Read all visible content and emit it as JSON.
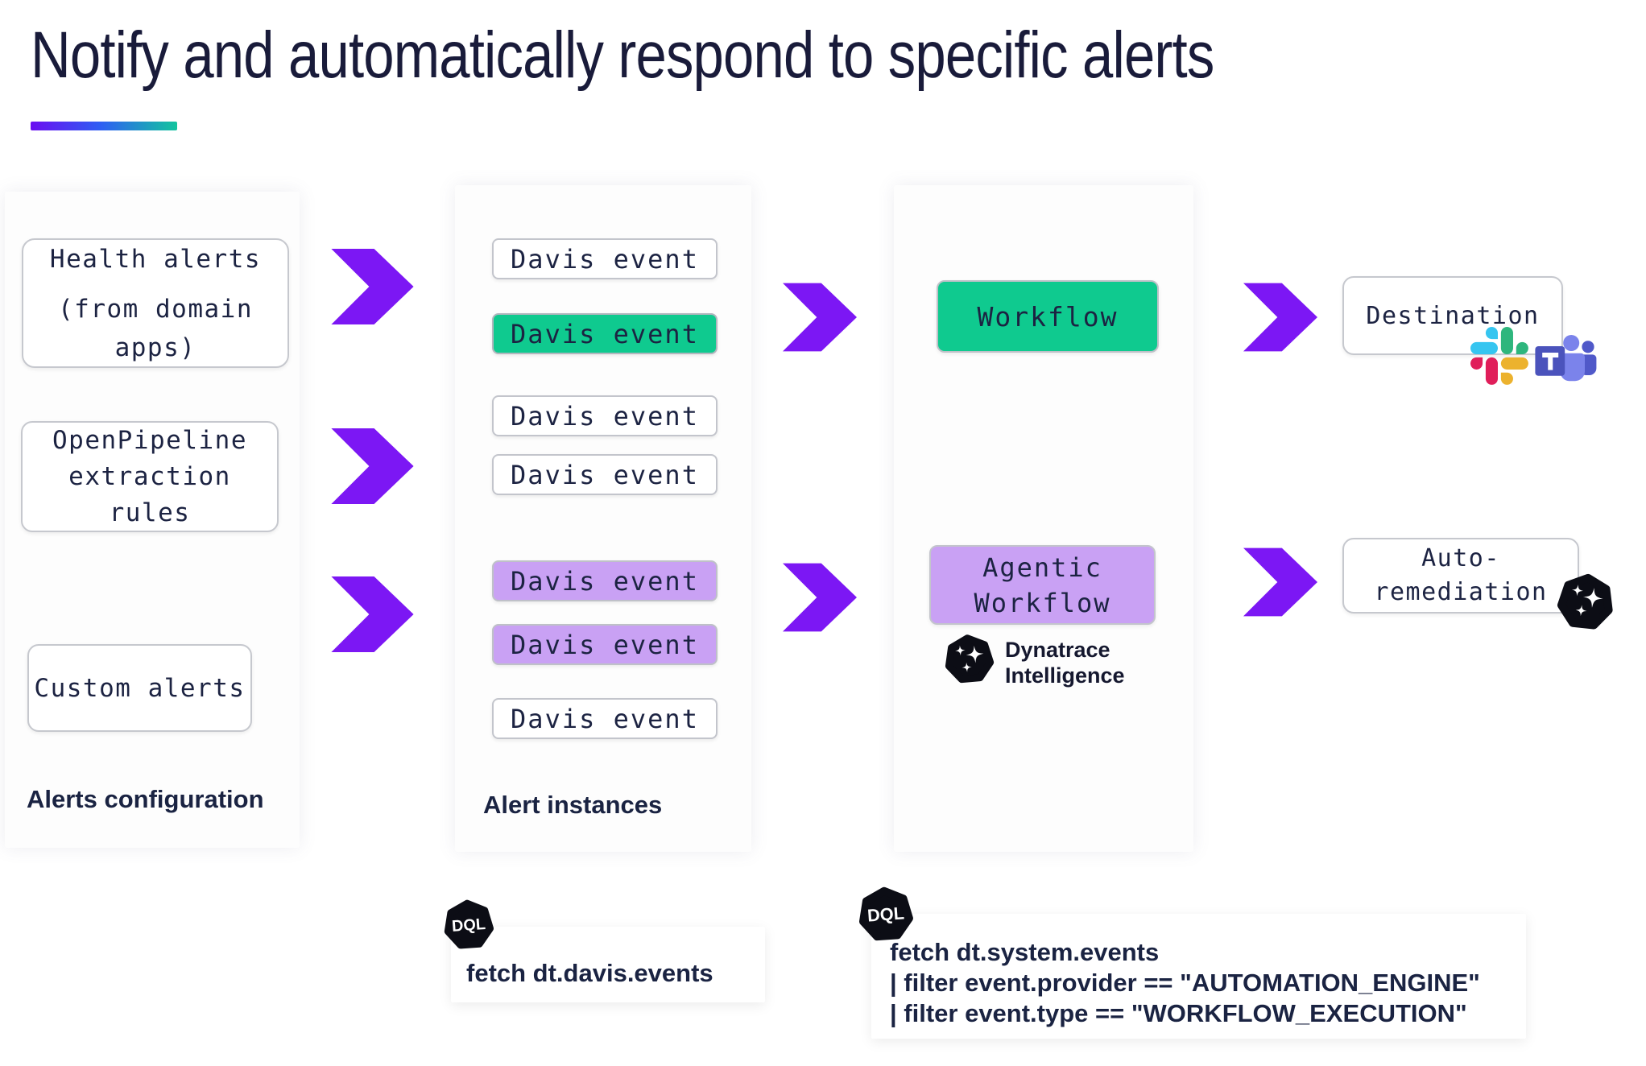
{
  "title": "Notify and automatically respond to specific alerts",
  "alerts_configuration": {
    "label": "Alerts configuration",
    "health_alerts_line1": "Health alerts",
    "health_alerts_line2": "(from domain apps)",
    "openpipeline": "OpenPipeline extraction rules",
    "custom": "Custom alerts"
  },
  "alert_instances": {
    "label": "Alert instances",
    "events": [
      {
        "label": "Davis event",
        "variant": "white"
      },
      {
        "label": "Davis event",
        "variant": "green"
      },
      {
        "label": "Davis event",
        "variant": "white"
      },
      {
        "label": "Davis event",
        "variant": "white"
      },
      {
        "label": "Davis event",
        "variant": "purple"
      },
      {
        "label": "Davis event",
        "variant": "purple"
      },
      {
        "label": "Davis event",
        "variant": "white"
      }
    ]
  },
  "workflows": {
    "workflow_label": "Workflow",
    "agentic_label": "Agentic Workflow",
    "intelligence_label": "Dynatrace Intelligence"
  },
  "destinations": {
    "destination_label": "Destination",
    "auto_remediation_label": "Auto-remediation"
  },
  "dql_davis": {
    "badge": "DQL",
    "code": "fetch dt.davis.events"
  },
  "dql_system": {
    "badge": "DQL",
    "code_lines": [
      "fetch dt.system.events",
      "| filter event.provider == \"AUTOMATION_ENGINE\"",
      "| filter event.type == \"WORKFLOW_EXECUTION\""
    ]
  },
  "icons": {
    "chevron_arrow": "right-chevron",
    "slack": "slack-logo",
    "teams": "microsoft-teams-logo",
    "intelligence": "dynatrace-intelligence-sparkle",
    "dql_badge": "dql-heptagon-badge"
  },
  "colors": {
    "title_navy": "#191b3a",
    "text_navy": "#1c2342",
    "chevron_purple": "#7c17f4",
    "green": "#0fca8f",
    "lavender": "#c9a1f4",
    "underline_gradient": [
      "#6b0df1",
      "#2e5ff3",
      "#13c59e"
    ],
    "blob_black": "#0c0d15",
    "slack": [
      "#36C5F0",
      "#2EB67D",
      "#ECB22E",
      "#E01E5A"
    ],
    "teams": [
      "#4B53BC",
      "#5059C9",
      "#7B83EB"
    ]
  }
}
